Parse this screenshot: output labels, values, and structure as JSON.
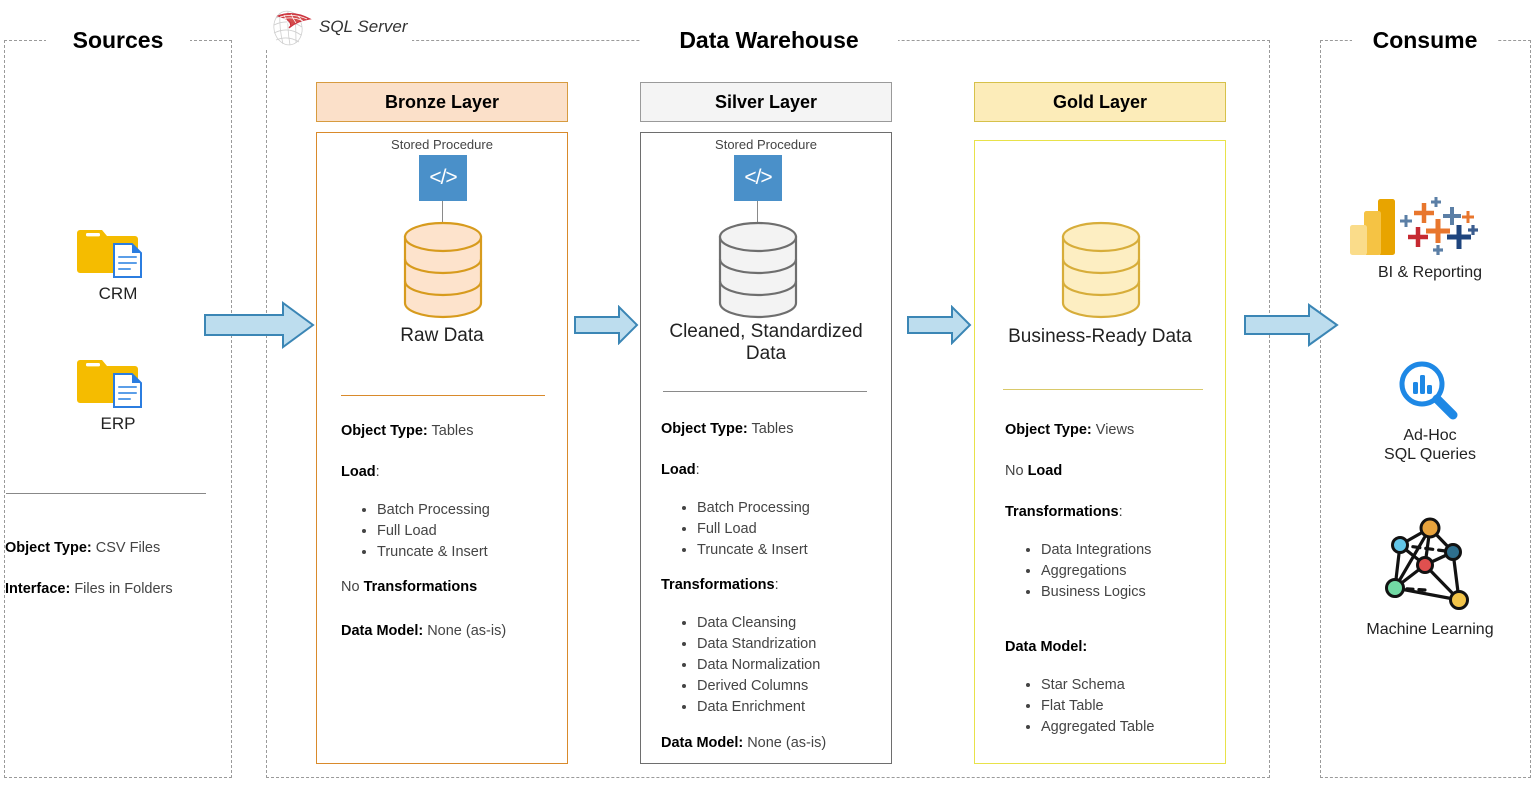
{
  "zones": {
    "sources": {
      "title": "Sources"
    },
    "warehouse": {
      "title": "Data Warehouse"
    },
    "consume": {
      "title": "Consume"
    }
  },
  "brand": {
    "sql_server_label": "SQL Server",
    "sql_server_icon": "sql-server-logo-icon"
  },
  "sources": {
    "items": [
      {
        "label": "CRM",
        "icon": "folder-document-icon"
      },
      {
        "label": "ERP",
        "icon": "folder-document-icon"
      }
    ],
    "meta": [
      {
        "key": "Object Type:",
        "value": "CSV Files"
      },
      {
        "key": "Interface:",
        "value": "Files in Folders"
      }
    ]
  },
  "layers": [
    {
      "id": "bronze",
      "title": "Bronze Layer",
      "header_fill": "#fbe0c9",
      "header_border": "#d79b3f",
      "body_border": "#d98a2b",
      "divider_color": "#d98a2b",
      "cylinder_fill": "#fde3cc",
      "cylinder_stroke": "#d79b1d",
      "has_stored_procedure": true,
      "stored_procedure_caption": "Stored Procedure",
      "stored_procedure_icon": "code-icon",
      "cylinder_icon": "database-cylinder-icon",
      "cylinder_label": "Raw Data",
      "object_type": {
        "key": "Object Type:",
        "value": "Tables"
      },
      "load": {
        "key": "Load",
        "suffix": ":",
        "prefix": "",
        "items": [
          "Batch Processing",
          "Full Load",
          "Truncate & Insert"
        ]
      },
      "transformations": {
        "prefix": "No ",
        "key": "Transformations",
        "suffix": "",
        "items": []
      },
      "data_model": {
        "key": "Data Model:",
        "value": "None (as-is)",
        "items": []
      }
    },
    {
      "id": "silver",
      "title": "Silver Layer",
      "header_fill": "#f4f4f4",
      "header_border": "#9a9a9a",
      "body_border": "#6e6e6e",
      "divider_color": "#8a8a8a",
      "cylinder_fill": "#f3f3f3",
      "cylinder_stroke": "#6e6e6e",
      "has_stored_procedure": true,
      "stored_procedure_caption": "Stored Procedure",
      "stored_procedure_icon": "code-icon",
      "cylinder_icon": "database-cylinder-icon",
      "cylinder_label": "Cleaned, Standardized Data",
      "object_type": {
        "key": "Object Type:",
        "value": "Tables"
      },
      "load": {
        "key": "Load",
        "suffix": ":",
        "prefix": "",
        "items": [
          "Batch Processing",
          "Full Load",
          "Truncate & Insert"
        ]
      },
      "transformations": {
        "prefix": "",
        "key": "Transformations",
        "suffix": ":",
        "items": [
          "Data Cleansing",
          "Data Standrization",
          "Data Normalization",
          "Derived Columns",
          "Data Enrichment"
        ]
      },
      "data_model": {
        "key": "Data Model:",
        "value": "None (as-is)",
        "items": []
      }
    },
    {
      "id": "gold",
      "title": "Gold Layer",
      "header_fill": "#fcecb9",
      "header_border": "#d6c14a",
      "body_border": "#e8e24a",
      "divider_color": "#d9c96a",
      "cylinder_fill": "#fdeec2",
      "cylinder_stroke": "#d7ad3a",
      "has_stored_procedure": false,
      "stored_procedure_caption": "",
      "stored_procedure_icon": "",
      "cylinder_icon": "database-cylinder-icon",
      "cylinder_label": "Business-Ready Data",
      "object_type": {
        "key": "Object Type:",
        "value": "Views"
      },
      "load": {
        "prefix": "No ",
        "key": "Load",
        "suffix": "",
        "items": []
      },
      "transformations": {
        "prefix": "",
        "key": "Transformations",
        "suffix": ":",
        "items": [
          "Data Integrations",
          "Aggregations",
          "Business Logics"
        ]
      },
      "data_model": {
        "key": "Data Model:",
        "value": "",
        "items": [
          "Star Schema",
          "Flat Table",
          "Aggregated Table"
        ]
      }
    }
  ],
  "consume": {
    "items": [
      {
        "label": "BI & Reporting",
        "icon": "powerbi-tableau-icon"
      },
      {
        "label": "Ad-Hoc\nSQL Queries",
        "line1": "Ad-Hoc",
        "line2": "SQL Queries",
        "icon": "magnifier-chart-icon"
      },
      {
        "label": "Machine Learning",
        "icon": "network-graph-icon"
      }
    ]
  },
  "arrows": {
    "icon": "right-arrow-icon",
    "fill": "#bdddee",
    "stroke": "#3b86b5",
    "count": 4
  }
}
